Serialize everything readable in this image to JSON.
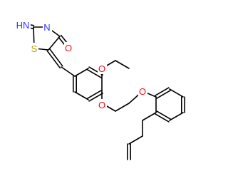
{
  "molecule": {
    "atom_labels": {
      "imine_nitrogen": "HN",
      "ring_nitrogen": "N",
      "ring_sulfur": "S",
      "carbonyl_oxygen": "O",
      "ethoxy_oxygen": "O",
      "aryl_ether_oxygen": "O",
      "phenoxy_oxygen": "O"
    },
    "colors": {
      "bond": "#000000",
      "nitrogen": "#3333ff",
      "sulfur": "#b5a300",
      "oxygen": "#ff0d0d"
    }
  }
}
